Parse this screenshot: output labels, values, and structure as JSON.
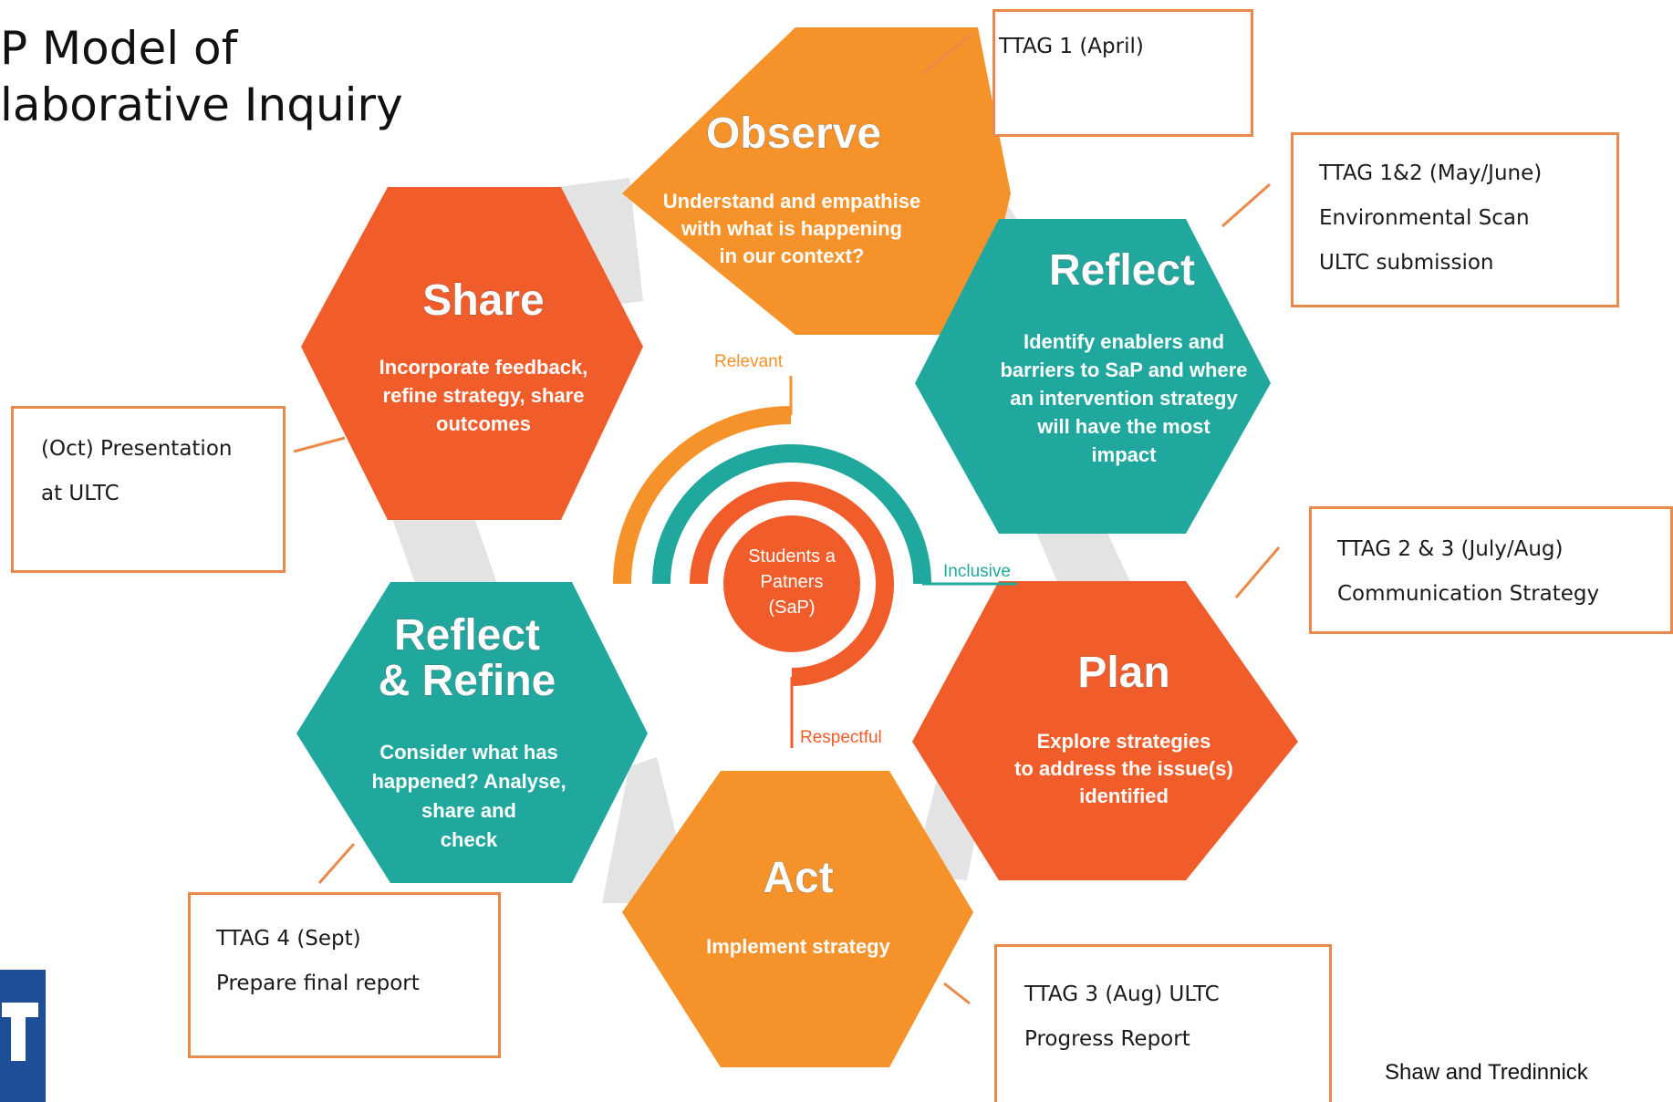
{
  "title_lines": [
    "P Model of",
    "laborative Inquiry"
  ],
  "hexagons": {
    "observe": {
      "title": "Observe",
      "lines": [
        "Understand and empathise",
        "with what is happening",
        "in our context?"
      ],
      "color": "#f5922a"
    },
    "reflect": {
      "title": "Reflect",
      "lines": [
        "Identify enablers and",
        "barriers to SaP and where",
        "an intervention strategy",
        "will have the most",
        "impact"
      ],
      "color": "#21a89e"
    },
    "plan": {
      "title": "Plan",
      "lines": [
        "Explore strategies",
        "to address the issue(s)",
        "identified"
      ],
      "color": "#f05c2a"
    },
    "act": {
      "title": "Act",
      "lines": [
        "Implement strategy"
      ],
      "color": "#f5922a"
    },
    "reflect_refine": {
      "title_lines": [
        "Reflect",
        "& Refine"
      ],
      "lines": [
        "Consider what has",
        "happened? Analyse,",
        "share and",
        "check"
      ],
      "color": "#21a89e"
    },
    "share": {
      "title": "Share",
      "lines": [
        "Incorporate feedback,",
        "refine strategy, share",
        "outcomes"
      ],
      "color": "#f05c2a"
    }
  },
  "center": {
    "lines": [
      "Students a",
      "Patners",
      "(SaP)"
    ],
    "labels": {
      "relevant": "Relevant",
      "inclusive": "Inclusive",
      "respectful": "Respectful"
    }
  },
  "notes": {
    "ttag1": [
      "TTAG 1 (April)"
    ],
    "ttag12": [
      "TTAG 1&2 (May/June)",
      "Environmental Scan",
      "ULTC submission"
    ],
    "ttag23": [
      "TTAG 2 & 3 (July/Aug)",
      "Communication Strategy"
    ],
    "ttag3": [
      "TTAG 3 (Aug) ULTC",
      "Progress Report"
    ],
    "ttag4": [
      "TTAG 4 (Sept)",
      "Prepare final report"
    ],
    "oct": [
      "(Oct) Presentation",
      "at ULTC"
    ]
  },
  "credit": "Shaw and Tredinnick",
  "colors": {
    "orange": "#f5922a",
    "teal": "#21a89e",
    "red_orange": "#f05c2a",
    "connector": "#e3e3e3",
    "note_border": "#ea8a4a"
  }
}
